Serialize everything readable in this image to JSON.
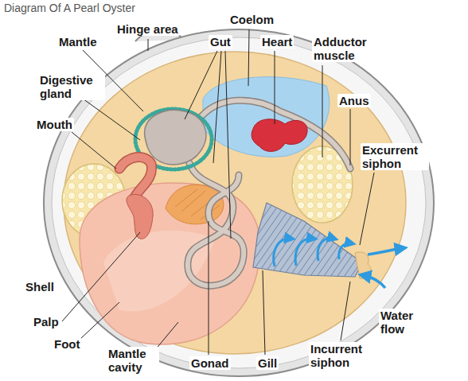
{
  "diagram": {
    "title": "Diagram Of A Pearl Oyster",
    "labels": [
      "Hinge area",
      "Coelom",
      "Mantle",
      "Gut",
      "Heart",
      "Adductor muscle",
      "Digestive gland",
      "Anus",
      "Mouth",
      "Excurrent siphon",
      "Shell",
      "Water flow",
      "Palp",
      "Foot",
      "Mantle cavity",
      "Gonad",
      "Gill",
      "Incurrent siphon"
    ]
  }
}
